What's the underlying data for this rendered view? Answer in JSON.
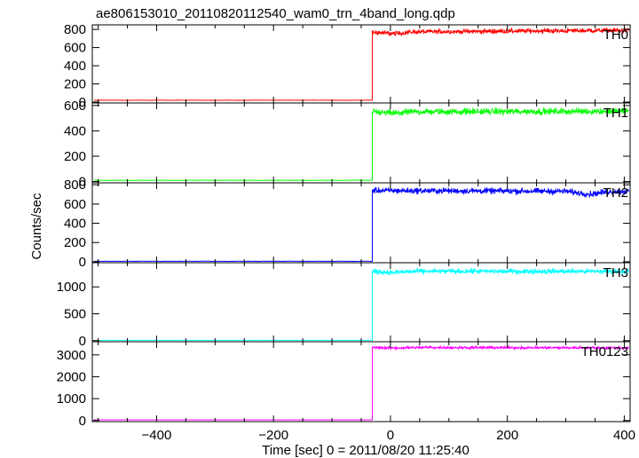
{
  "chart_data": {
    "type": "line",
    "title": "ae806153010_20110820112540_wam0_trn_4band_long.qdp",
    "xlabel": "Time [sec] 0 = 2011/08/20 11:25:40",
    "ylabel": "Counts/sec",
    "xlim": [
      -510,
      410
    ],
    "xticks": [
      -400,
      -200,
      0,
      200,
      400
    ],
    "x_tick_labels": [
      "−400",
      "−200",
      "0",
      "200",
      "400"
    ],
    "legend": "none",
    "grid": false,
    "step_time": -31,
    "panels": [
      {
        "name": "TH0",
        "color": "#ff0000",
        "ylim": [
          -10,
          850
        ],
        "yticks": [
          0,
          200,
          400,
          600,
          800
        ],
        "before_level": 20,
        "after_level": 770,
        "noise": 25,
        "dip_at": 5,
        "dip_level": 740,
        "end_level": 790
      },
      {
        "name": "TH1",
        "color": "#00ff00",
        "ylim": [
          -10,
          620
        ],
        "yticks": [
          0,
          200,
          400,
          600
        ],
        "before_level": 10,
        "after_level": 550,
        "noise": 25,
        "dip_at": 5,
        "dip_level": 530,
        "end_level": 555
      },
      {
        "name": "TH2",
        "color": "#0000ff",
        "ylim": [
          -10,
          820
        ],
        "yticks": [
          0,
          200,
          400,
          600,
          800
        ],
        "before_level": 5,
        "after_level": 740,
        "noise": 30,
        "dip_at": 340,
        "dip_level": 690,
        "end_level": 730
      },
      {
        "name": "TH3",
        "color": "#00ffff",
        "ylim": [
          -20,
          1450
        ],
        "yticks": [
          0,
          500,
          1000
        ],
        "before_level": 5,
        "after_level": 1290,
        "noise": 45,
        "dip_at": 5,
        "dip_level": 1250,
        "end_level": 1290
      },
      {
        "name": "TH0123",
        "color": "#ff00ff",
        "ylim": [
          -50,
          3600
        ],
        "yticks": [
          0,
          1000,
          2000,
          3000
        ],
        "before_level": 30,
        "after_level": 3340,
        "noise": 60,
        "dip_at": 5,
        "dip_level": 3300,
        "end_level": 3320
      }
    ]
  }
}
